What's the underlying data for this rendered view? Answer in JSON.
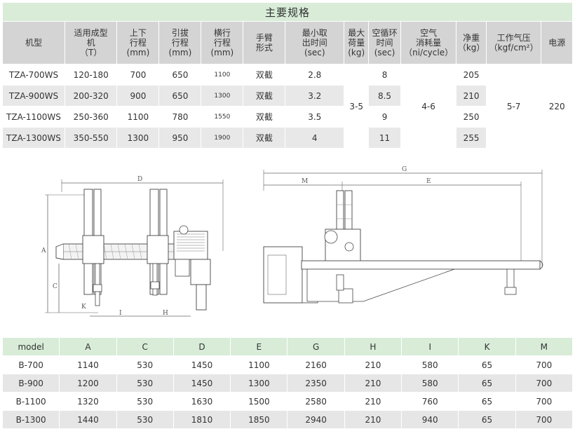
{
  "spec": {
    "title": "主要规格",
    "headers": [
      "机型",
      "适用成型机（T）",
      "上下行程(mm)",
      "引拔行程(mm)",
      "横行行程(mm)",
      "手臂形式",
      "最小取出时间(sec)",
      "最大荷量(kg)",
      "空循环时间(sec)",
      "空气消耗量（ni/cycle）",
      "净重（kg）",
      "工作气压（kgf/cm²）",
      "电源"
    ],
    "header_lines": [
      [
        "机型"
      ],
      [
        "适用成型",
        "机",
        "（T）"
      ],
      [
        "上下",
        "行程",
        "(mm)"
      ],
      [
        "引拔",
        "行程",
        "(mm)"
      ],
      [
        "横行",
        "行程",
        "(mm)"
      ],
      [
        "手臂",
        "形式"
      ],
      [
        "最小取",
        "出时间",
        "(sec)"
      ],
      [
        "最大",
        "荷量",
        "(kg)"
      ],
      [
        "空循环",
        "时间",
        "(sec)"
      ],
      [
        "空气",
        "消耗量",
        "（ni/cycle）"
      ],
      [
        "净重",
        "（kg）"
      ],
      [
        "工作气压",
        "（kgf/cm²）"
      ],
      [
        "电源"
      ]
    ],
    "rows": [
      {
        "model": "TZA-700WS",
        "machine": "120-180",
        "updown": "700",
        "pull": "650",
        "traverse": "1100",
        "arm": "双截",
        "min_time": "2.8",
        "cycle": "8",
        "weight": "205"
      },
      {
        "model": "TZA-900WS",
        "machine": "200-320",
        "updown": "900",
        "pull": "650",
        "traverse": "1300",
        "arm": "双截",
        "min_time": "3.2",
        "cycle": "8.5",
        "weight": "210"
      },
      {
        "model": "TZA-1100WS",
        "machine": "250-360",
        "updown": "1100",
        "pull": "780",
        "traverse": "1550",
        "arm": "双截",
        "min_time": "3.5",
        "cycle": "9",
        "weight": "250"
      },
      {
        "model": "TZA-1300WS",
        "machine": "350-550",
        "updown": "1300",
        "pull": "950",
        "traverse": "1900",
        "arm": "双截",
        "min_time": "4",
        "cycle": "11",
        "weight": "255"
      }
    ],
    "shared": {
      "max_load": "3-5",
      "air": "4-6",
      "pressure": "5-7",
      "power": "220"
    }
  },
  "drawings": {
    "front_labels": [
      "D",
      "A",
      "C",
      "K",
      "I",
      "H"
    ],
    "side_labels": [
      "G",
      "M",
      "E"
    ]
  },
  "dims": {
    "headers": [
      "model",
      "A",
      "C",
      "D",
      "E",
      "G",
      "H",
      "I",
      "K",
      "M"
    ],
    "rows": [
      [
        "B-700",
        "1140",
        "530",
        "1450",
        "1100",
        "2160",
        "210",
        "580",
        "65",
        "700"
      ],
      [
        "B-900",
        "1200",
        "530",
        "1450",
        "1300",
        "2350",
        "210",
        "580",
        "65",
        "700"
      ],
      [
        "B-1100",
        "1320",
        "530",
        "1630",
        "1500",
        "2580",
        "210",
        "760",
        "65",
        "700"
      ],
      [
        "B-1300",
        "1440",
        "530",
        "1810",
        "1850",
        "2940",
        "210",
        "940",
        "65",
        "700"
      ]
    ]
  }
}
